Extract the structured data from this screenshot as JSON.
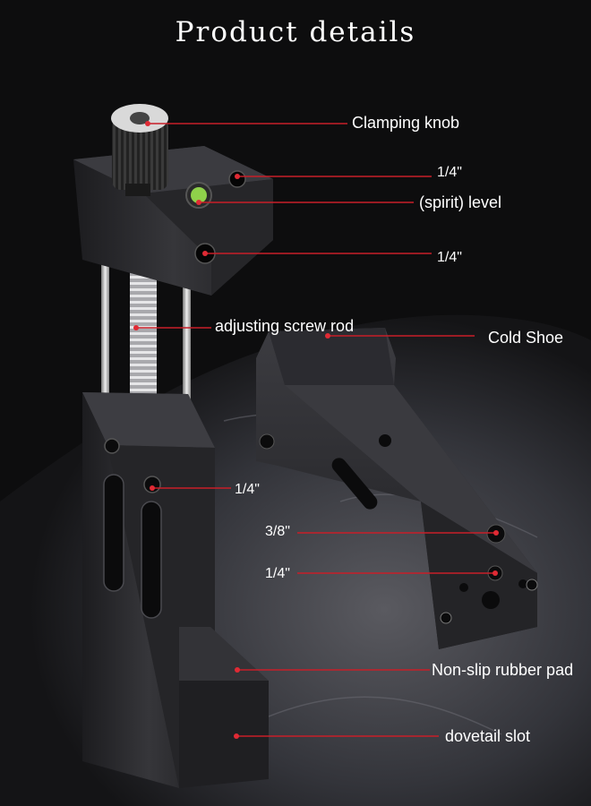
{
  "title": "Product details",
  "labels": {
    "clamping_knob": "Clamping knob",
    "top_thread_1": "1/4\"",
    "spirit_level": "(spirit) level",
    "top_thread_2": "1/4\"",
    "adjusting_rod": "adjusting screw rod",
    "cold_shoe": "Cold Shoe",
    "side_thread": "1/4\"",
    "thread_38": "3/8\"",
    "thread_14": "1/4\"",
    "rubber_pad": "Non-slip rubber pad",
    "dovetail": "dovetail slot"
  },
  "colors": {
    "background": "#0d0d0e",
    "metal": "#2a2a2d",
    "leader_line": "#c81e28",
    "text": "#ffffff"
  }
}
